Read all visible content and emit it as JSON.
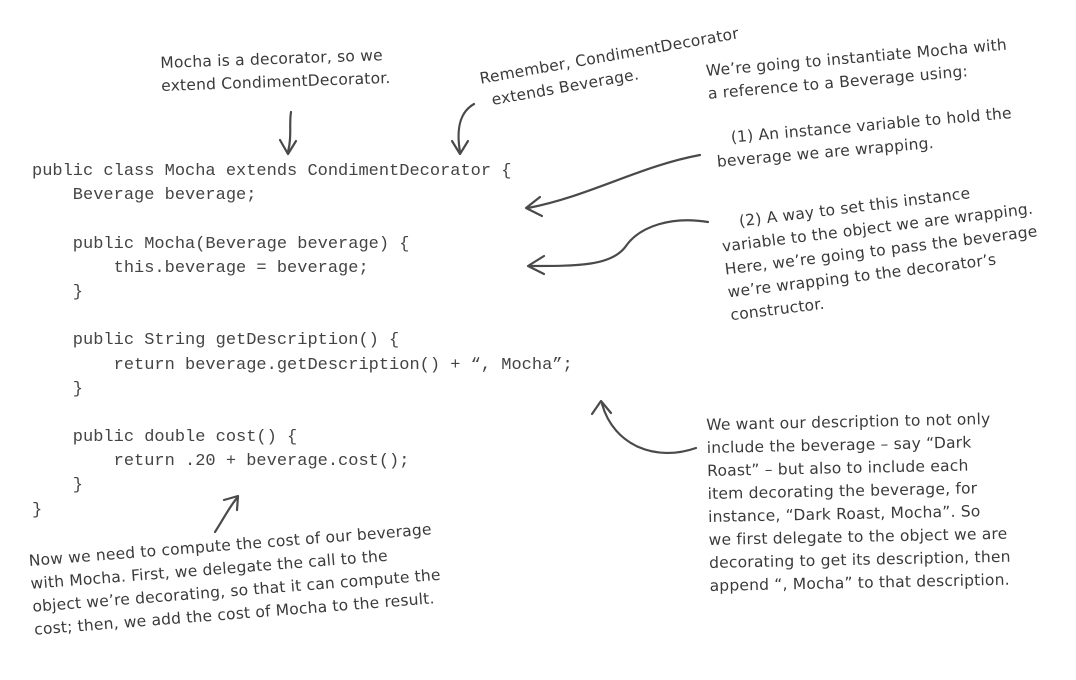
{
  "code": {
    "lines": [
      "public class Mocha extends CondimentDecorator {",
      "    Beverage beverage;",
      "",
      "    public Mocha(Beverage beverage) {",
      "        this.beverage = beverage;",
      "    }",
      "",
      "    public String getDescription() {",
      "        return beverage.getDescription() + “, Mocha”;",
      "    }",
      "",
      "    public double cost() {",
      "        return .20 + beverage.cost();",
      "    }",
      "}"
    ]
  },
  "annotations": {
    "decorator_note": {
      "lines": [
        "Mocha is a decorator, so we",
        "extend CondimentDecorator."
      ]
    },
    "remember_note": {
      "lines": [
        "Remember, CondimentDecorator",
        "extends Beverage."
      ]
    },
    "instantiate_note": {
      "lines": [
        "We’re going to instantiate Mocha with",
        "a reference to a Beverage using:"
      ]
    },
    "instance_var_note": {
      "lines": [
        "(1)  An instance variable to hold the",
        "beverage we are wrapping."
      ]
    },
    "set_var_note": {
      "lines": [
        "(2)  A way to set this instance",
        "variable to the object we are wrapping.",
        "Here, we’re going to pass the beverage",
        "we’re wrapping to the decorator’s",
        "constructor."
      ]
    },
    "description_note": {
      "lines": [
        "We want our description to not only",
        "include the beverage – say “Dark",
        "Roast” – but also to include each",
        "item decorating the beverage, for",
        "instance, “Dark Roast,  Mocha”.  So",
        "we first delegate to the object we are",
        "decorating to get its description, then",
        "append “, Mocha” to that description."
      ]
    },
    "cost_note": {
      "lines": [
        "Now we need to compute the cost of our beverage",
        "with Mocha.  First, we delegate the call to the",
        "object we’re decorating, so that it can compute the",
        "cost; then, we add the cost of Mocha to the result."
      ]
    }
  }
}
